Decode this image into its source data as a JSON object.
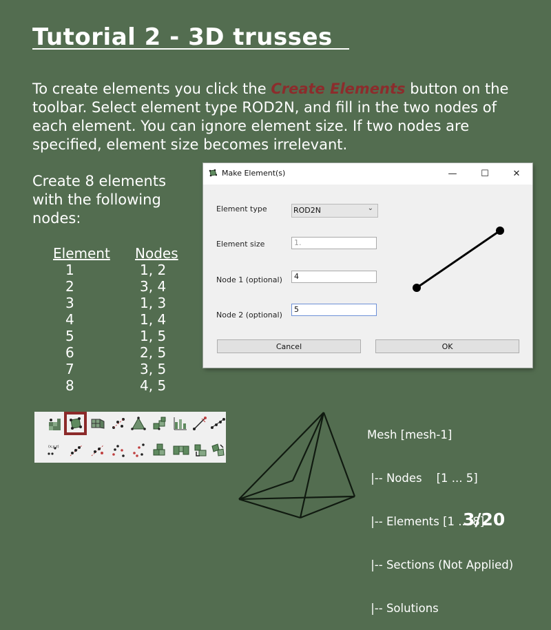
{
  "page": {
    "title": "Tutorial 2 - 3D trusses",
    "intro_1": "To create elements you click the ",
    "intro_highlight": "Create Elements",
    "intro_2": " button on the toolbar. Select element type ROD2N, and fill in the two nodes of each element. You can ignore element size. If two nodes are specified, element size becomes irrelevant.",
    "create_note": "Create 8 elements with the following nodes:",
    "page_number": "3/20",
    "background_color": "#536d50",
    "highlight_color": "#8c2c2c"
  },
  "elements_table": {
    "headers": [
      "Element",
      "Nodes"
    ],
    "rows": [
      [
        "1",
        "1, 2"
      ],
      [
        "2",
        "3, 4"
      ],
      [
        "3",
        "1, 3"
      ],
      [
        "4",
        "1, 4"
      ],
      [
        "5",
        "1, 5"
      ],
      [
        "6",
        "2, 5"
      ],
      [
        "7",
        "3, 5"
      ],
      [
        "8",
        "4, 5"
      ]
    ]
  },
  "dialog": {
    "title": "Make Element(s)",
    "icon": "make-element-icon",
    "element_type_label": "Element type",
    "element_type_value": "ROD2N",
    "element_size_label": "Element size",
    "element_size_placeholder": "1.",
    "node1_label": "Node 1 (optional)",
    "node1_value": "4",
    "node2_label": "Node 2 (optional)",
    "node2_value": "5",
    "cancel_label": "Cancel",
    "ok_label": "OK",
    "minimize_glyph": "—",
    "maximize_glyph": "☐",
    "close_glyph": "✕"
  },
  "toolbar": {
    "row1_icons": [
      "create-nodes-icon",
      "create-elements-icon",
      "mesh-grid-icon",
      "node-points-icon",
      "triangle-icon",
      "cube-cluster-icon",
      "chart-icon",
      "line-icon",
      "link-icon"
    ],
    "row2_icons": [
      "coordinate-icon",
      "scatter-icon",
      "scatter-icon-2",
      "dots-icon",
      "dots-icon-2",
      "blocks-icon",
      "blocks-icon-2",
      "arrow-down-icon",
      "arrow-turn-icon"
    ],
    "row2_coordinate_text": "(x,y,z)",
    "selected_icon": "create-elements-icon"
  },
  "mesh_tree": {
    "root": "Mesh [mesh-1]",
    "items": [
      " |-- Nodes    [1 ... 5]",
      " |-- Elements [1 ... 8]",
      " |-- Sections (Not Applied)",
      " |-- Solutions"
    ]
  }
}
